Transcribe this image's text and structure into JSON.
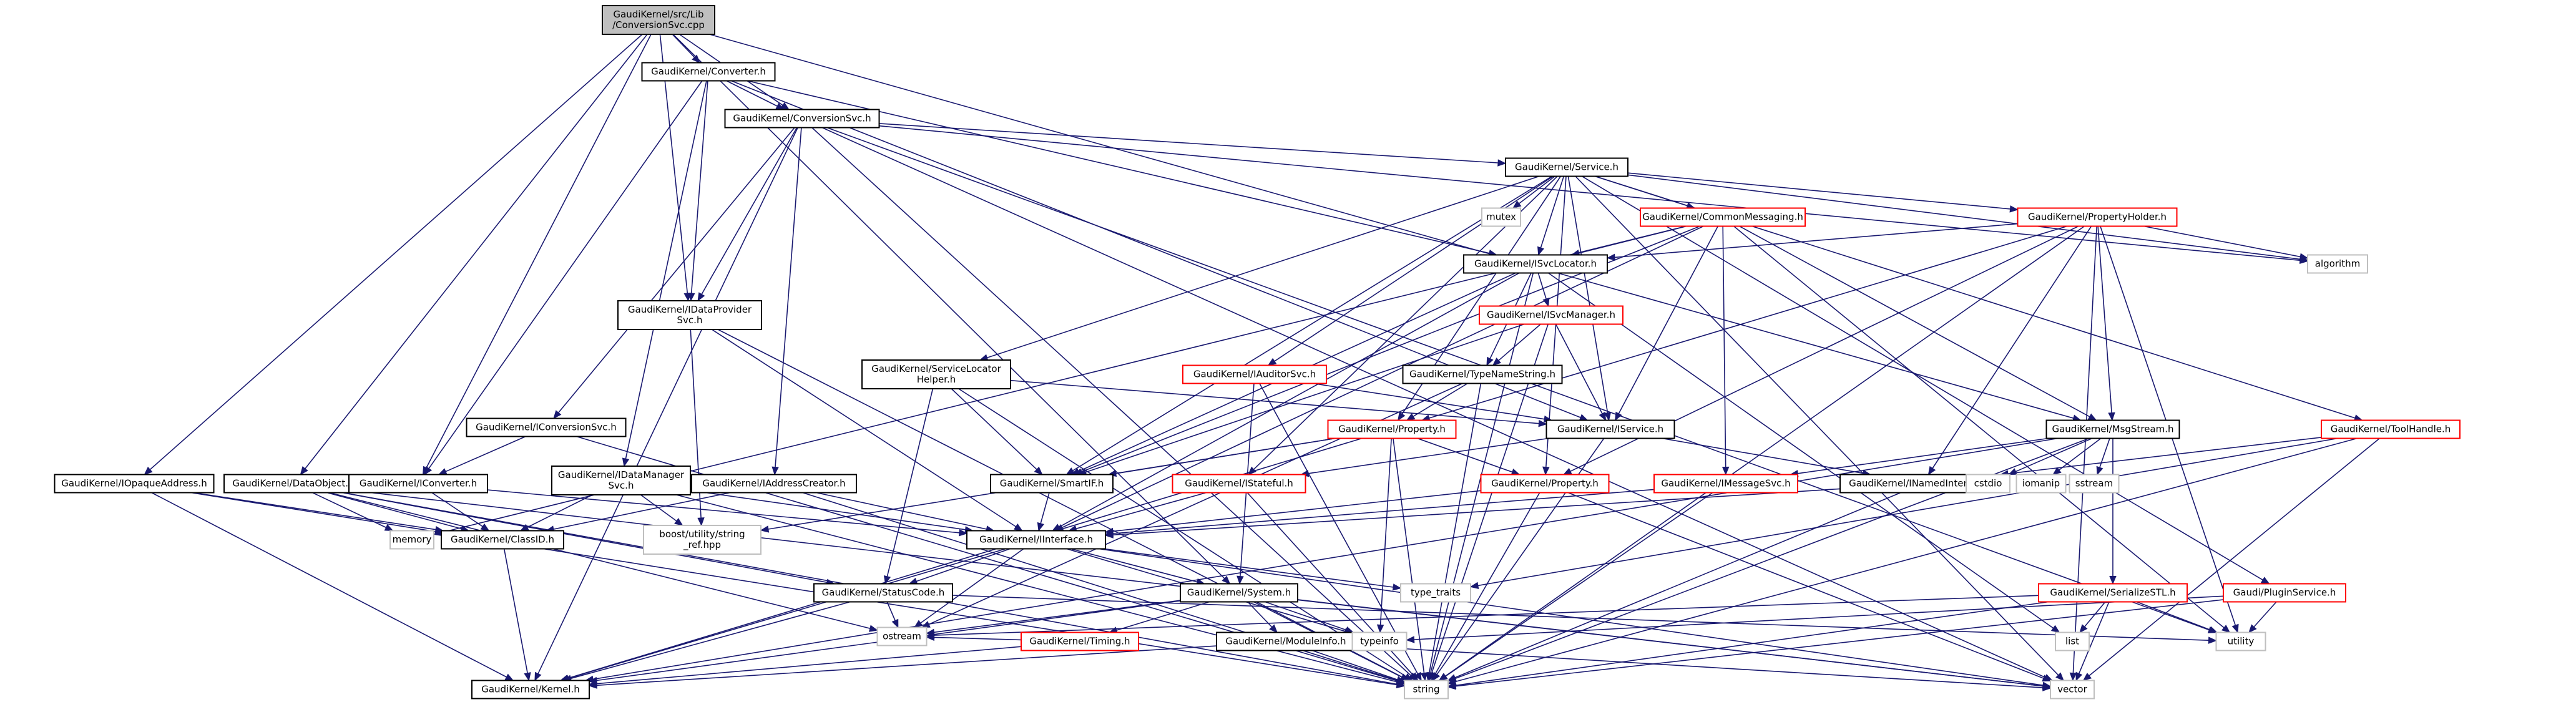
{
  "diagram": {
    "type": "include-dependency-graph",
    "colors": {
      "root_fill": "#bfbfbf",
      "root_stroke": "#000000",
      "node_fill": "#ffffff",
      "node_stroke": "#000000",
      "node_stroke_partial": "#ff0000",
      "leaf_stroke": "#bfbfbf",
      "edge": "#191970"
    },
    "nodes": [
      {
        "id": "root",
        "label": [
          "GaudiKernel/src/Lib",
          "/ConversionSvc.cpp"
        ],
        "style": "root"
      },
      {
        "id": "Converter",
        "label": [
          "GaudiKernel/Converter.h"
        ],
        "style": "complete"
      },
      {
        "id": "ConversionSvc",
        "label": [
          "GaudiKernel/ConversionSvc.h"
        ],
        "style": "complete"
      },
      {
        "id": "Service",
        "label": [
          "GaudiKernel/Service.h"
        ],
        "style": "complete"
      },
      {
        "id": "mutex",
        "label": [
          "mutex"
        ],
        "style": "leaf"
      },
      {
        "id": "CommonMessaging",
        "label": [
          "GaudiKernel/CommonMessaging.h"
        ],
        "style": "partial"
      },
      {
        "id": "PropertyHolder",
        "label": [
          "GaudiKernel/PropertyHolder.h"
        ],
        "style": "partial"
      },
      {
        "id": "algorithm",
        "label": [
          "algorithm"
        ],
        "style": "leaf"
      },
      {
        "id": "ISvcLocator",
        "label": [
          "GaudiKernel/ISvcLocator.h"
        ],
        "style": "complete"
      },
      {
        "id": "IDataProviderSvc",
        "label": [
          "GaudiKernel/IDataProvider",
          "Svc.h"
        ],
        "style": "complete"
      },
      {
        "id": "ISvcManager",
        "label": [
          "GaudiKernel/ISvcManager.h"
        ],
        "style": "partial"
      },
      {
        "id": "ServiceLocatorHelper",
        "label": [
          "GaudiKernel/ServiceLocator",
          "Helper.h"
        ],
        "style": "complete"
      },
      {
        "id": "IAuditorSvc",
        "label": [
          "GaudiKernel/IAuditorSvc.h"
        ],
        "style": "partial"
      },
      {
        "id": "TypeNameString",
        "label": [
          "GaudiKernel/TypeNameString.h"
        ],
        "style": "complete"
      },
      {
        "id": "IConversionSvc",
        "label": [
          "GaudiKernel/IConversionSvc.h"
        ],
        "style": "complete"
      },
      {
        "id": "PropertyA",
        "label": [
          "GaudiKernel/Property.h"
        ],
        "style": "partial"
      },
      {
        "id": "IService",
        "label": [
          "GaudiKernel/IService.h"
        ],
        "style": "complete"
      },
      {
        "id": "MsgStream",
        "label": [
          "GaudiKernel/MsgStream.h"
        ],
        "style": "complete"
      },
      {
        "id": "ToolHandle",
        "label": [
          "GaudiKernel/ToolHandle.h"
        ],
        "style": "partial"
      },
      {
        "id": "IOpaqueAddress",
        "label": [
          "GaudiKernel/IOpaqueAddress.h"
        ],
        "style": "complete"
      },
      {
        "id": "DataObject",
        "label": [
          "GaudiKernel/DataObject.h"
        ],
        "style": "complete"
      },
      {
        "id": "IConverter",
        "label": [
          "GaudiKernel/IConverter.h"
        ],
        "style": "complete"
      },
      {
        "id": "IDataManagerSvc",
        "label": [
          "GaudiKernel/IDataManager",
          "Svc.h"
        ],
        "style": "complete"
      },
      {
        "id": "IAddressCreator",
        "label": [
          "GaudiKernel/IAddressCreator.h"
        ],
        "style": "complete"
      },
      {
        "id": "SmartIF",
        "label": [
          "GaudiKernel/SmartIF.h"
        ],
        "style": "complete"
      },
      {
        "id": "IStateful",
        "label": [
          "GaudiKernel/IStateful.h"
        ],
        "style": "partial"
      },
      {
        "id": "PropertyB",
        "label": [
          "GaudiKernel/Property.h"
        ],
        "style": "partial"
      },
      {
        "id": "IMessageSvc",
        "label": [
          "GaudiKernel/IMessageSvc.h"
        ],
        "style": "partial"
      },
      {
        "id": "INamedInterface",
        "label": [
          "GaudiKernel/INamedInterface.h"
        ],
        "style": "complete"
      },
      {
        "id": "cstdio",
        "label": [
          "cstdio"
        ],
        "style": "leaf"
      },
      {
        "id": "iomanip",
        "label": [
          "iomanip"
        ],
        "style": "leaf"
      },
      {
        "id": "sstream",
        "label": [
          "sstream"
        ],
        "style": "leaf"
      },
      {
        "id": "memory",
        "label": [
          "memory"
        ],
        "style": "leaf"
      },
      {
        "id": "ClassID",
        "label": [
          "GaudiKernel/ClassID.h"
        ],
        "style": "complete"
      },
      {
        "id": "string_ref",
        "label": [
          "boost/utility/string",
          "_ref.hpp"
        ],
        "style": "leaf"
      },
      {
        "id": "IInterface",
        "label": [
          "GaudiKernel/IInterface.h"
        ],
        "style": "complete"
      },
      {
        "id": "StatusCode",
        "label": [
          "GaudiKernel/StatusCode.h"
        ],
        "style": "complete"
      },
      {
        "id": "type_traits",
        "label": [
          "type_traits"
        ],
        "style": "leaf"
      },
      {
        "id": "System",
        "label": [
          "GaudiKernel/System.h"
        ],
        "style": "complete"
      },
      {
        "id": "SerializeSTL",
        "label": [
          "GaudiKernel/SerializeSTL.h"
        ],
        "style": "partial"
      },
      {
        "id": "PluginService",
        "label": [
          "Gaudi/PluginService.h"
        ],
        "style": "partial"
      },
      {
        "id": "ostream",
        "label": [
          "ostream"
        ],
        "style": "leaf"
      },
      {
        "id": "Timing",
        "label": [
          "GaudiKernel/Timing.h"
        ],
        "style": "partial"
      },
      {
        "id": "ModuleInfo",
        "label": [
          "GaudiKernel/ModuleInfo.h"
        ],
        "style": "complete"
      },
      {
        "id": "typeinfo",
        "label": [
          "typeinfo"
        ],
        "style": "leaf"
      },
      {
        "id": "list",
        "label": [
          "list"
        ],
        "style": "leaf"
      },
      {
        "id": "utility",
        "label": [
          "utility"
        ],
        "style": "leaf"
      },
      {
        "id": "Kernel",
        "label": [
          "GaudiKernel/Kernel.h"
        ],
        "style": "complete"
      },
      {
        "id": "string",
        "label": [
          "string"
        ],
        "style": "leaf"
      },
      {
        "id": "vector",
        "label": [
          "vector"
        ],
        "style": "leaf"
      }
    ],
    "edges": [
      [
        "root",
        "Converter"
      ],
      [
        "root",
        "ConversionSvc"
      ],
      [
        "root",
        "IDataProviderSvc"
      ],
      [
        "root",
        "IConverter"
      ],
      [
        "root",
        "IOpaqueAddress"
      ],
      [
        "root",
        "DataObject"
      ],
      [
        "root",
        "System"
      ],
      [
        "root",
        "MsgStream"
      ],
      [
        "Converter",
        "ConversionSvc"
      ],
      [
        "Converter",
        "IDataProviderSvc"
      ],
      [
        "Converter",
        "IConverter"
      ],
      [
        "Converter",
        "IDataManagerSvc"
      ],
      [
        "Converter",
        "ISvcLocator"
      ],
      [
        "Converter",
        "IService"
      ],
      [
        "ConversionSvc",
        "Service"
      ],
      [
        "ConversionSvc",
        "IDataProviderSvc"
      ],
      [
        "ConversionSvc",
        "IConversionSvc"
      ],
      [
        "ConversionSvc",
        "IAddressCreator"
      ],
      [
        "ConversionSvc",
        "string"
      ],
      [
        "ConversionSvc",
        "algorithm"
      ],
      [
        "ConversionSvc",
        "utility"
      ],
      [
        "ConversionSvc",
        "vector"
      ],
      [
        "ConversionSvc",
        "Kernel"
      ],
      [
        "Service",
        "mutex"
      ],
      [
        "Service",
        "CommonMessaging"
      ],
      [
        "Service",
        "PropertyHolder"
      ],
      [
        "Service",
        "ISvcLocator"
      ],
      [
        "Service",
        "ServiceLocatorHelper"
      ],
      [
        "Service",
        "IAuditorSvc"
      ],
      [
        "Service",
        "PropertyA"
      ],
      [
        "Service",
        "IService"
      ],
      [
        "Service",
        "SmartIF"
      ],
      [
        "Service",
        "IStateful"
      ],
      [
        "Service",
        "PropertyB"
      ],
      [
        "Service",
        "ToolHandle"
      ],
      [
        "Service",
        "PluginService"
      ],
      [
        "Service",
        "algorithm"
      ],
      [
        "Service",
        "vector"
      ],
      [
        "CommonMessaging",
        "ISvcLocator"
      ],
      [
        "CommonMessaging",
        "IService"
      ],
      [
        "CommonMessaging",
        "IMessageSvc"
      ],
      [
        "CommonMessaging",
        "MsgStream"
      ],
      [
        "CommonMessaging",
        "SmartIF"
      ],
      [
        "CommonMessaging",
        "IInterface"
      ],
      [
        "CommonMessaging",
        "memory"
      ],
      [
        "CommonMessaging",
        "utility"
      ],
      [
        "PropertyHolder",
        "ISvcLocator"
      ],
      [
        "PropertyHolder",
        "PropertyA"
      ],
      [
        "PropertyHolder",
        "PropertyB"
      ],
      [
        "PropertyHolder",
        "INamedInterface"
      ],
      [
        "PropertyHolder",
        "MsgStream"
      ],
      [
        "PropertyHolder",
        "algorithm"
      ],
      [
        "PropertyHolder",
        "utility"
      ],
      [
        "PropertyHolder",
        "vector"
      ],
      [
        "PropertyHolder",
        "string"
      ],
      [
        "ISvcLocator",
        "ISvcManager"
      ],
      [
        "ISvcLocator",
        "TypeNameString"
      ],
      [
        "ISvcLocator",
        "SmartIF"
      ],
      [
        "ISvcLocator",
        "IInterface"
      ],
      [
        "ISvcLocator",
        "string"
      ],
      [
        "ISvcLocator",
        "list"
      ],
      [
        "IDataProviderSvc",
        "IInterface"
      ],
      [
        "IDataProviderSvc",
        "string_ref"
      ],
      [
        "IDataProviderSvc",
        "string"
      ],
      [
        "ISvcManager",
        "TypeNameString"
      ],
      [
        "ISvcManager",
        "IService"
      ],
      [
        "ISvcManager",
        "SmartIF"
      ],
      [
        "ISvcManager",
        "string"
      ],
      [
        "ServiceLocatorHelper",
        "IService"
      ],
      [
        "ServiceLocatorHelper",
        "SmartIF"
      ],
      [
        "ServiceLocatorHelper",
        "StatusCode"
      ],
      [
        "ServiceLocatorHelper",
        "string"
      ],
      [
        "IAuditorSvc",
        "IService"
      ],
      [
        "IAuditorSvc",
        "System"
      ],
      [
        "IAuditorSvc",
        "string"
      ],
      [
        "TypeNameString",
        "PropertyA"
      ],
      [
        "TypeNameString",
        "string"
      ],
      [
        "TypeNameString",
        "ostream"
      ],
      [
        "IConversionSvc",
        "IConverter"
      ],
      [
        "IConversionSvc",
        "string"
      ],
      [
        "PropertyA",
        "PropertyB"
      ],
      [
        "PropertyA",
        "SmartIF"
      ],
      [
        "PropertyA",
        "string_ref"
      ],
      [
        "PropertyA",
        "string"
      ],
      [
        "PropertyA",
        "typeinfo"
      ],
      [
        "PropertyA",
        "Kernel"
      ],
      [
        "IService",
        "INamedInterface"
      ],
      [
        "IService",
        "IStateful"
      ],
      [
        "IService",
        "string"
      ],
      [
        "MsgStream",
        "IMessageSvc"
      ],
      [
        "MsgStream",
        "SerializeSTL"
      ],
      [
        "MsgStream",
        "cstdio"
      ],
      [
        "MsgStream",
        "iomanip"
      ],
      [
        "MsgStream",
        "sstream"
      ],
      [
        "MsgStream",
        "string"
      ],
      [
        "MsgStream",
        "Kernel"
      ],
      [
        "ToolHandle",
        "type_traits"
      ],
      [
        "ToolHandle",
        "INamedInterface"
      ],
      [
        "ToolHandle",
        "vector"
      ],
      [
        "ToolHandle",
        "string"
      ],
      [
        "IOpaqueAddress",
        "ClassID"
      ],
      [
        "IOpaqueAddress",
        "string"
      ],
      [
        "IOpaqueAddress",
        "Kernel"
      ],
      [
        "DataObject",
        "ClassID"
      ],
      [
        "DataObject",
        "StatusCode"
      ],
      [
        "DataObject",
        "memory"
      ],
      [
        "DataObject",
        "string"
      ],
      [
        "DataObject",
        "vector"
      ],
      [
        "DataObject",
        "ostream"
      ],
      [
        "IConverter",
        "IInterface"
      ],
      [
        "IConverter",
        "ClassID"
      ],
      [
        "IDataManagerSvc",
        "IInterface"
      ],
      [
        "IDataManagerSvc",
        "ClassID"
      ],
      [
        "IDataManagerSvc",
        "string_ref"
      ],
      [
        "IDataManagerSvc",
        "string"
      ],
      [
        "IAddressCreator",
        "IInterface"
      ],
      [
        "IAddressCreator",
        "ClassID"
      ],
      [
        "IAddressCreator",
        "string"
      ],
      [
        "SmartIF",
        "IInterface"
      ],
      [
        "IStateful",
        "IInterface"
      ],
      [
        "IStateful",
        "string"
      ],
      [
        "PropertyB",
        "IInterface"
      ],
      [
        "PropertyB",
        "string"
      ],
      [
        "PropertyB",
        "vector"
      ],
      [
        "IMessageSvc",
        "IInterface"
      ],
      [
        "IMessageSvc",
        "string"
      ],
      [
        "INamedInterface",
        "IInterface"
      ],
      [
        "INamedInterface",
        "string"
      ],
      [
        "ClassID",
        "Kernel"
      ],
      [
        "IInterface",
        "StatusCode"
      ],
      [
        "IInterface",
        "System"
      ],
      [
        "IInterface",
        "type_traits"
      ],
      [
        "IInterface",
        "typeinfo"
      ],
      [
        "IInterface",
        "ostream"
      ],
      [
        "IInterface",
        "Kernel"
      ],
      [
        "IInterface",
        "vector"
      ],
      [
        "StatusCode",
        "ostream"
      ],
      [
        "StatusCode",
        "utility"
      ],
      [
        "StatusCode",
        "Kernel"
      ],
      [
        "System",
        "Timing"
      ],
      [
        "System",
        "ModuleInfo"
      ],
      [
        "System",
        "typeinfo"
      ],
      [
        "System",
        "string"
      ],
      [
        "System",
        "vector"
      ],
      [
        "System",
        "ostream"
      ],
      [
        "System",
        "Kernel"
      ],
      [
        "SerializeSTL",
        "ostream"
      ],
      [
        "SerializeSTL",
        "list"
      ],
      [
        "SerializeSTL",
        "vector"
      ],
      [
        "SerializeSTL",
        "utility"
      ],
      [
        "SerializeSTL",
        "string"
      ],
      [
        "PluginService",
        "typeinfo"
      ],
      [
        "PluginService",
        "utility"
      ],
      [
        "PluginService",
        "string"
      ],
      [
        "Timing",
        "Kernel"
      ],
      [
        "Timing",
        "ostream"
      ],
      [
        "ModuleInfo",
        "Kernel"
      ],
      [
        "ModuleInfo",
        "string"
      ],
      [
        "ModuleInfo",
        "vector"
      ]
    ]
  }
}
